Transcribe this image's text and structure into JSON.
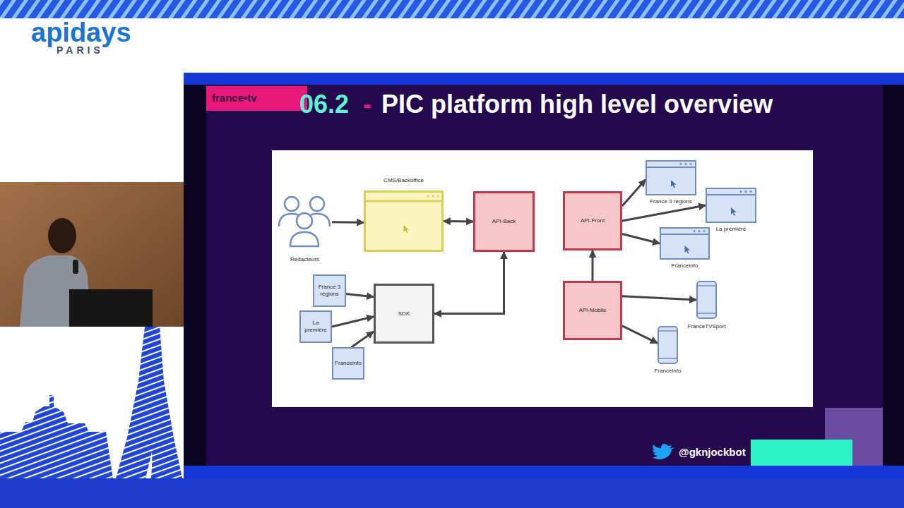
{
  "diagram": {
    "title": "PIC platform high level overview",
    "nodes": [
      {
        "text": [
          "Rédacteurs"
        ]
      },
      {
        "text": [
          "CMS/Backoffice"
        ]
      },
      {
        "text": [
          "API-Back"
        ]
      },
      {
        "text": [
          "API-Front"
        ]
      },
      {
        "text": [
          "France 3 régions"
        ]
      },
      {
        "text": [
          "La première"
        ]
      },
      {
        "text": [
          "Franceinfo"
        ]
      },
      {
        "text": [
          "France 3 régions"
        ]
      },
      {
        "text": [
          "SDK"
        ]
      },
      {
        "text": [
          "La première"
        ]
      },
      {
        "text": [
          "Franceinfo"
        ]
      },
      {
        "text": [
          "API-Mobile"
        ]
      },
      {
        "text": [
          "FranceTVSport"
        ]
      },
      {
        "text": [
          "Franceinfo"
        ]
      }
    ],
    "edges": [
      {
        "from": 0,
        "to": 1,
        "arrow": "to"
      },
      {
        "from": 1,
        "to": 2,
        "arrow": "both"
      },
      {
        "from": 7,
        "to": 8,
        "arrow": "to"
      },
      {
        "from": 9,
        "to": 8,
        "arrow": "to"
      },
      {
        "from": 10,
        "to": 8,
        "arrow": "to"
      },
      {
        "from": 8,
        "to": 2,
        "arrow": "both"
      },
      {
        "from": 11,
        "to": 3,
        "arrow": "to"
      },
      {
        "from": 3,
        "to": 4,
        "arrow": "to"
      },
      {
        "from": 3,
        "to": 5,
        "arrow": "to"
      },
      {
        "from": 3,
        "to": 6,
        "arrow": "to"
      },
      {
        "from": 11,
        "to": 12,
        "arrow": "to"
      },
      {
        "from": 11,
        "to": 13,
        "arrow": "to"
      }
    ],
    "labels": [
      "apidays",
      "PARIS",
      "france•tv",
      "06.2",
      "-",
      "@gknjockbot"
    ]
  }
}
